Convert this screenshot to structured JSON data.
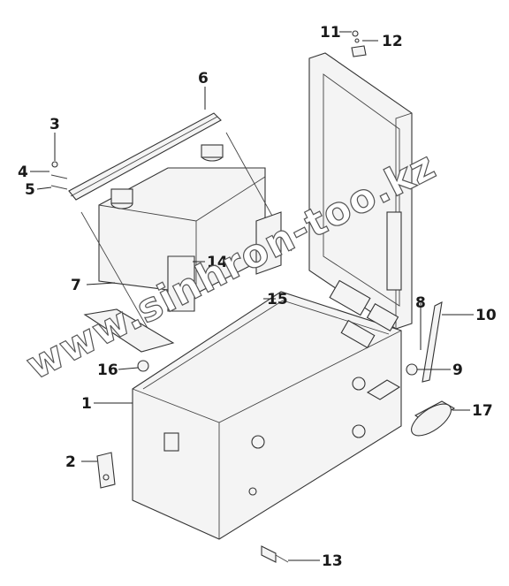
{
  "diagram": {
    "watermark": "www.sinhron-too.kz",
    "callouts": [
      "1",
      "2",
      "3",
      "4",
      "5",
      "6",
      "7",
      "8",
      "9",
      "10",
      "11",
      "12",
      "13",
      "14",
      "15",
      "16",
      "17"
    ]
  },
  "colors": {
    "line": "#333333",
    "background": "#ffffff"
  }
}
